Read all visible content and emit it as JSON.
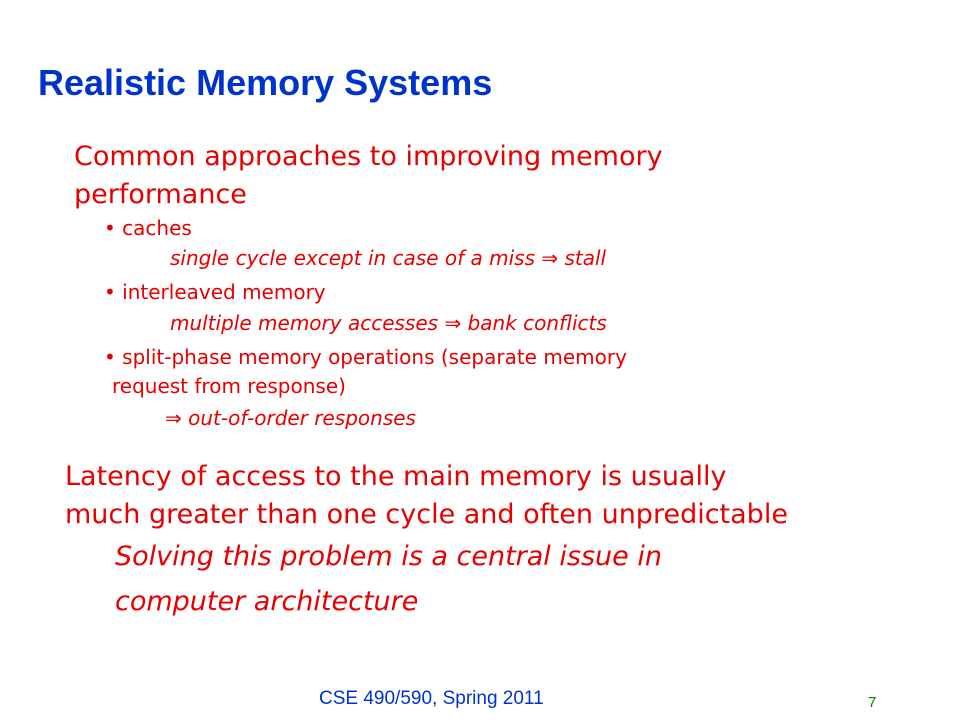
{
  "slide": {
    "title": "Realistic Memory Systems",
    "lead1_line1": "Common approaches to improving memory",
    "lead1_line2": "performance",
    "bullets": [
      {
        "label": "• caches",
        "sub": "single cycle except in case of a miss",
        "sub_arrow": "⇒",
        "sub_tail": "stall"
      },
      {
        "label": "• interleaved memory",
        "sub": "multiple memory accesses",
        "sub_arrow": "⇒",
        "sub_tail": "bank conflicts"
      },
      {
        "label": "• split-phase memory operations (separate memory",
        "label_cont": "request from response)",
        "sub_arrow": "⇒",
        "sub_tail": "out-of-order responses"
      }
    ],
    "lead2_line1": "Latency of access to the main memory is usually",
    "lead2_line2": "much greater than one cycle and often unpredictable",
    "emphasis_line1": "Solving this problem is a central issue in",
    "emphasis_line2": "computer architecture",
    "footer": "CSE 490/590, Spring 2011",
    "page_number": "7"
  }
}
